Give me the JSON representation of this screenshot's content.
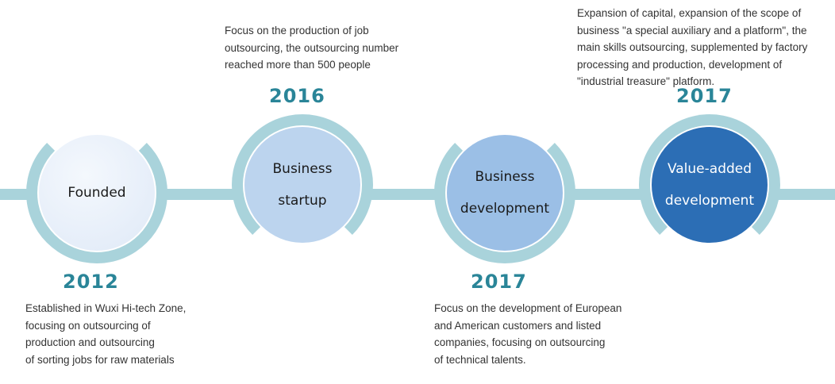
{
  "colors": {
    "line": "#a9d3db",
    "year_text": "#2a8598",
    "circle_1": "#e6eef9",
    "circle_2": "#bcd4ee",
    "circle_3": "#9bbfe6",
    "circle_4": "#2c6eb5"
  },
  "milestones": [
    {
      "label": "Founded",
      "year": "2012",
      "description": "Established in Wuxi Hi-tech Zone,\nfocusing on outsourcing of\nproduction and outsourcing\nof sorting jobs for raw materials"
    },
    {
      "label": "Business\nstartup",
      "year": "2016",
      "description": "Focus on the production of job\noutsourcing, the outsourcing number\nreached more than 500 people"
    },
    {
      "label": "Business\ndevelopment",
      "year": "2017",
      "description": "Focus on the development of European\nand American customers and listed\ncompanies, focusing on outsourcing\nof technical talents."
    },
    {
      "label": "Value-added\ndevelopment",
      "year": "2017",
      "description": "Expansion of capital, expansion of the scope of\nbusiness \"a special auxiliary and a platform\", the\nmain skills outsourcing, supplemented by factory\nprocessing and production, development of\n\"industrial treasure\" platform."
    }
  ]
}
